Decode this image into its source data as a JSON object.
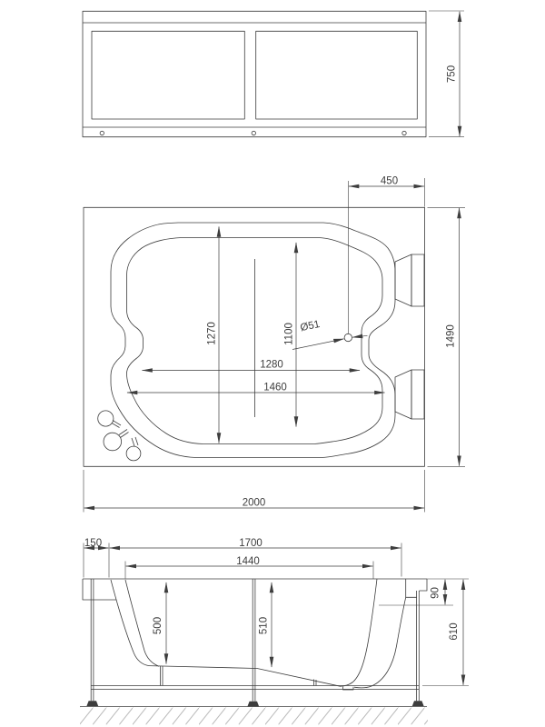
{
  "colors": {
    "line": "#3d3d3d",
    "hatch": "#b3b3b3",
    "background": "#ffffff"
  },
  "front_view": {
    "overall_height": "750"
  },
  "plan_view": {
    "drain_offset": "450",
    "overall_width": "1490",
    "basin_length_left": "1270",
    "basin_length_right": "1100",
    "drain_diameter": "Ø51",
    "basin_width_upper": "1280",
    "basin_width_lower": "1460",
    "overall_length": "2000"
  },
  "side_view": {
    "end_offset": "150",
    "rim_length": "1700",
    "basin_length": "1440",
    "rim_height": "90",
    "depth_front": "500",
    "depth_rear": "510",
    "overall_height": "610"
  }
}
